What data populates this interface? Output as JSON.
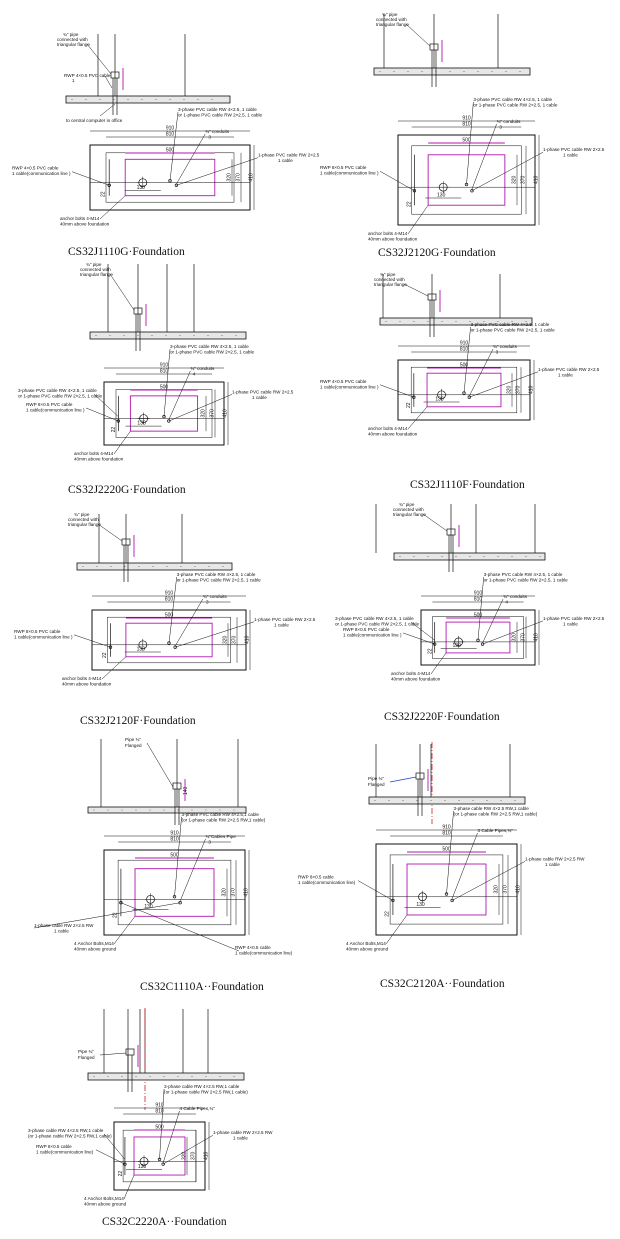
{
  "diagrams": [
    {
      "caption": "CS32J1110G·Foundation",
      "pipe_label": "¾\" pipe",
      "flange_label_1": "connected with",
      "flange_label_2": "triangular flange",
      "cable_top_1": "RWP 4×0.5 PVC cable",
      "cable_top_2": "1",
      "computer_label": "to central computer in office",
      "dim_910": "910",
      "dim_810": "810",
      "dim_500": "500",
      "dim_130": "130",
      "dim_22": "22",
      "dim_320": "320",
      "dim_370": "370",
      "dim_410": "410",
      "three_phase_1": "3-phase PVC cable RW 4×2.5, 1 cable",
      "three_phase_2": "or 1-phase PVC cable RW 2×2.5, 1 cable",
      "conduits_1": "¾\" conduits",
      "conduits_2": "3",
      "rwp_1": "RWP 4×0.5 PVC cable",
      "rwp_2": "1 cable(communication line )",
      "one_phase_1": "1-phase PVC cable RW 2×2.5",
      "one_phase_2": "1 cable",
      "anchor_1": "anchor bolts 4-M14",
      "anchor_2": "40mm above foundation"
    },
    {
      "caption": "CS32J2120G·Foundation",
      "pipe_label": "¾\" pipe",
      "flange_label_1": "connected with",
      "flange_label_2": "triangular flange",
      "dim_910": "910",
      "dim_810": "810",
      "dim_500": "500",
      "dim_130": "130",
      "dim_22": "22",
      "dim_320": "320",
      "dim_370": "370",
      "dim_410": "410",
      "three_phase_1": "3-phase PVC cable RW 4×2.5,  1 cable",
      "three_phase_2": "or 1-phase PVC cable RW 2×2.5, 1 cable",
      "conduits_1": "¾\" conduits",
      "conduits_2": "3",
      "rwp_1": "RWP 8×0.5 PVC cable",
      "rwp_2": "1 cable(communication line )",
      "one_phase_1": "1-phase PVC cable RW 2×2.5",
      "one_phase_2": "1 cable",
      "anchor_1": "anchor bolts 4-M14",
      "anchor_2": "40mm above foundation"
    },
    {
      "caption": "CS32J2220G·Foundation",
      "pipe_label": "¾\" pipe",
      "flange_label_1": "connected with",
      "flange_label_2": "triangular flange",
      "dim_910": "910",
      "dim_810": "810",
      "dim_500": "500",
      "dim_130": "130",
      "dim_22": "22",
      "dim_320": "320",
      "dim_370": "370",
      "dim_410": "410",
      "three_phase_1": "3-phase PVC cable RW 4×2.5,  1 cable",
      "three_phase_2": "or 1-phase PVC cable RW 2×2.5, 1 cable",
      "three_phase_l1": "3-phase PVC cable RW 4×2.5,  1 cable",
      "three_phase_l2": "or 1-phase PVC cable RW 2×2.5, 1 cable",
      "conduits_1": "¾\" conduits",
      "conduits_2": "4",
      "rwp_1": "RWP 8×0.5 PVC cable",
      "rwp_2": "1 cable(communication line )",
      "one_phase_1": "1-phase PVC cable RW 2×2.5",
      "one_phase_2": "1 cable",
      "anchor_1": "anchor bolts 4-M14",
      "anchor_2": "40mm above foundation"
    },
    {
      "caption": "CS32J1110F·Foundation",
      "pipe_label": "¾\" pipe",
      "flange_label_1": "connected with",
      "flange_label_2": "triangular flange",
      "dim_910": "910",
      "dim_810": "810",
      "dim_500": "500",
      "dim_130": "130",
      "dim_22": "22",
      "dim_320": "320",
      "dim_370": "370",
      "dim_410": "410",
      "three_phase_1": "3-phase PVC cable RW 4×2.5,  1 cable",
      "three_phase_2": "or 1-phase PVC cable RW 2×2.5, 1 cable",
      "conduits_1": "¾\" conduits",
      "conduits_2": "3",
      "rwp_1": "RWP 4×0.5 PVC cable",
      "rwp_2": "1 cable(communication line )",
      "one_phase_1": "1-phase PVC cable RW 2×2.5",
      "one_phase_2": "1 cable",
      "anchor_1": "anchor bolts 4-M14",
      "anchor_2": "40mm above foundation"
    },
    {
      "caption": "CS32J2120F·Foundation",
      "pipe_label": "¾\" pipe",
      "flange_label_1": "connected with",
      "flange_label_2": "triangular flange",
      "dim_910": "910",
      "dim_810": "810",
      "dim_500": "500",
      "dim_130": "130",
      "dim_22": "22",
      "dim_320": "320",
      "dim_370": "370",
      "dim_410": "410",
      "three_phase_1": "3-phase PVC cable RW 4×2.5,  1 cable",
      "three_phase_2": "or 1-phase PVC cable RW 2×2.5, 1 cable",
      "conduits_1": "¾\" conduits",
      "conduits_2": "3",
      "rwp_1": "RWP 8×0.5 PVC cable",
      "rwp_2": "1 cable(communication line )",
      "one_phase_1": "1-phase PVC cable RW 2×2.5",
      "one_phase_2": "1 cable",
      "anchor_1": "anchor bolts 4-M14",
      "anchor_2": "40mm above foundation"
    },
    {
      "caption": "CS32J2220F·Foundation",
      "pipe_label": "¾\" pipe",
      "flange_label_1": "connected with",
      "flange_label_2": "triangular flange",
      "dim_910": "910",
      "dim_810": "810",
      "dim_500": "500",
      "dim_130": "130",
      "dim_22": "22",
      "dim_320": "320",
      "dim_370": "370",
      "dim_410": "410",
      "three_phase_1": "3-phase PVC cable RW 4×2.5,  1 cable",
      "three_phase_2": "or 1-phase PVC cable RW 2×2.5, 1 cable",
      "three_phase_l1": "3-phase PVC cable RW 4×2.5,  1 cable",
      "three_phase_l2": "or 1-phase PVC cable RW 2×2.5, 1 cable",
      "conduits_1": "¾\" conduits",
      "conduits_2": "4",
      "rwp_1": "RWP 8×0.5 PVC cable",
      "rwp_2": "1 cable(communication line )",
      "one_phase_1": "1-phase PVC cable RW 2×2.5",
      "one_phase_2": "1 cable",
      "anchor_1": "anchor bolts 4-M14",
      "anchor_2": "40mm above foundation"
    },
    {
      "caption": "CS32C1110A··Foundation",
      "pipe_label": "Pipe ¾\"",
      "flange_label_1": "Flanged",
      "dim_140": "140",
      "dim_910": "910",
      "dim_810": "810",
      "dim_500": "500",
      "dim_130": "130",
      "dim_22": "22",
      "dim_320": "320",
      "dim_370": "370",
      "dim_410": "410",
      "three_phase_1": "3-phase PVC cable RW 4×2.5,1 cable",
      "three_phase_2": "(or 1-phase cable RW 2×2.5 RW,1 cable)",
      "conduits_1": "¾\"Cables Pipe",
      "conduits_2": "3",
      "rwp_1": "RWP 4×0.5 cable",
      "rwp_2": "1 cable(communication line)",
      "one_phase_1": "1-phase cable RW 2×2.5 RW",
      "one_phase_2": "1 cable",
      "anchor_1": "4 Anchor Bolts,M14",
      "anchor_2": "40mm above ground"
    },
    {
      "caption": "CS32C2120A··Foundation",
      "pipe_label": "Pipe ¾\"",
      "flange_label_1": "Flanged",
      "dim_910": "910",
      "dim_810": "810",
      "dim_500": "500",
      "dim_130": "130",
      "dim_22": "22",
      "dim_320": "320",
      "dim_370": "370",
      "dim_410": "410",
      "three_phase_1": "3-phase cable RW 4×2.5 RW,1 cable",
      "three_phase_2": "(or 1-phase cable RW 2×2.5 RW,1 cable)",
      "conduits_1": "3 Cable Pipes,¾\"",
      "conduits_2": "",
      "rwp_1": "RWP 8×0.5 cable",
      "rwp_2": "1 cable(communication line)",
      "one_phase_1": "1-phase cable RW 2×2.5 RW",
      "one_phase_2": "1 cable",
      "anchor_1": "4 Anchor Bolts,M14",
      "anchor_2": "40mm above ground"
    },
    {
      "caption": "CS32C2220A··Foundation",
      "pipe_label": "Pipe ¾\"",
      "flange_label_1": "Flanged",
      "dim_910": "910",
      "dim_810": "810",
      "dim_500": "500",
      "dim_130": "130",
      "dim_22": "22",
      "dim_320": "320",
      "dim_370": "370",
      "dim_410": "410",
      "three_phase_1": "3-phase cable RW 4×2.5 RW,1 cable",
      "three_phase_2": "(or 1-phase cable RW 2×2.5 RW,1 cable)",
      "three_phase_l1": "3-phase cable RW 4×2.5 RW,1 cable",
      "three_phase_l2": "(or 1-phase cable RW 2×2.5 RW,1 cable)",
      "conduits_1": "4 Cable Pipes,¾\"",
      "conduits_2": "",
      "rwp_1": "RWP 8×0.5 cable",
      "rwp_2": "1 cable(communication line)",
      "one_phase_1": "1-phase cable RW 2×2.5 RW",
      "one_phase_2": "1 cable",
      "anchor_1": "4 Anchor Bolts,M14",
      "anchor_2": "40mm above ground"
    }
  ]
}
